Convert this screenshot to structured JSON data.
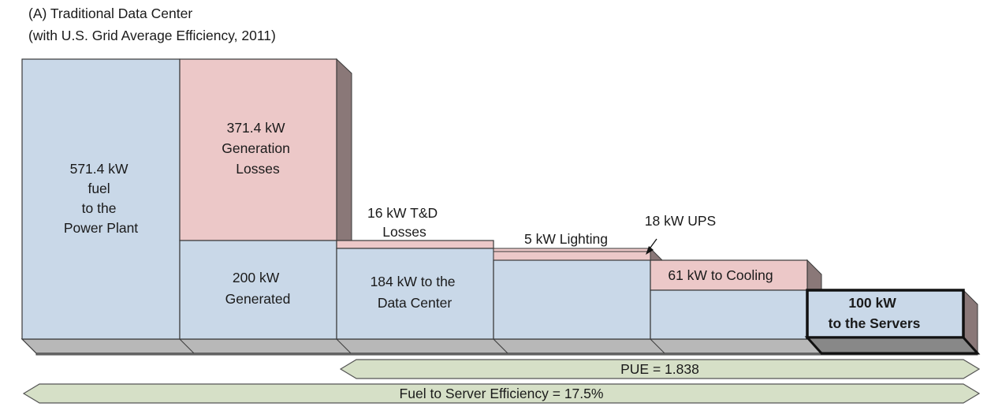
{
  "title": {
    "line1": "(A) Traditional Data Center",
    "line2": " (with U.S. Grid Average Efficiency, 2011)"
  },
  "colors": {
    "blue_face": "#c9d8e8",
    "pink_face": "#ecc8c8",
    "side_shade": "#8a7878",
    "floor_top": "#b8b8b8",
    "floor_front": "#888888",
    "arrow_fill": "#d6e0c7",
    "outline": "#3a3a3a"
  },
  "columns": [
    {
      "id": "fuel",
      "lines": [
        "571.4 kW",
        "fuel",
        "to the",
        "Power Plant"
      ]
    },
    {
      "id": "generation",
      "loss_lines": [
        "371.4 kW",
        "Generation",
        "Losses"
      ],
      "base_lines": [
        "200 kW",
        "Generated"
      ]
    },
    {
      "id": "td",
      "loss_lines": [
        "16 kW T&D",
        "Losses"
      ],
      "base_lines": [
        "184 kW to the",
        "Data Center"
      ]
    },
    {
      "id": "lighting",
      "loss_lines": [
        "5 kW Lighting"
      ]
    },
    {
      "id": "ups",
      "loss_lines": [
        "18 kW UPS"
      ]
    },
    {
      "id": "cooling",
      "loss_lines": [
        "61 kW to Cooling"
      ]
    },
    {
      "id": "servers",
      "lines": [
        "100 kW",
        "to the Servers"
      ]
    }
  ],
  "arrows": {
    "pue": "PUE = 1.838",
    "efficiency": "Fuel to Server Efficiency = 17.5%"
  }
}
